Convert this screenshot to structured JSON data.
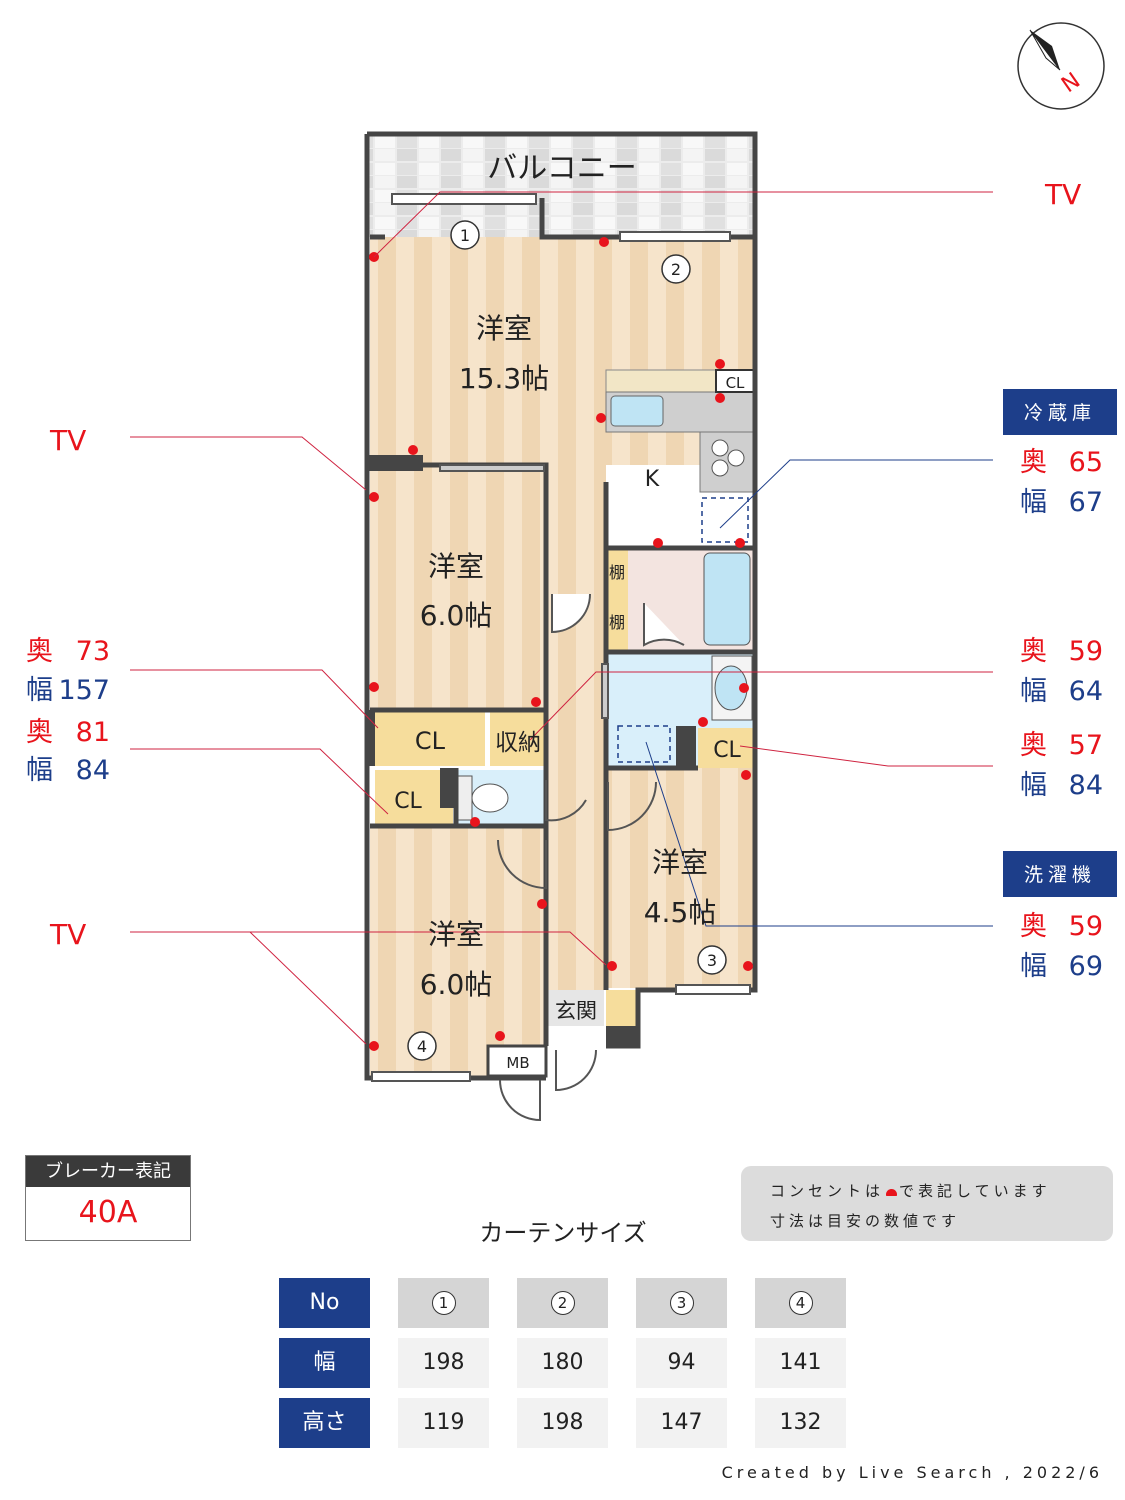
{
  "plan": {
    "rooms": {
      "balcony": "バルコニー",
      "ldk_name": "洋室",
      "ldk_size": "15.3帖",
      "kitchen": "K",
      "room_a_name": "洋室",
      "room_a_size": "6.0帖",
      "room_b_name": "洋室",
      "room_b_size": "6.0帖",
      "room_c_name": "洋室",
      "room_c_size": "4.5帖",
      "entrance": "玄関",
      "storage": "収納",
      "mb": "MB",
      "cl_kitchen": "CL",
      "cl_main": "CL",
      "cl_small": "CL",
      "cl_wash": "CL",
      "shelf1": "棚",
      "shelf2": "棚"
    },
    "window_numbers": [
      "1",
      "2",
      "3",
      "4"
    ]
  },
  "callouts": {
    "tv_top": "TV",
    "tv_left1": "TV",
    "tv_left2": "TV",
    "fridge_label": "冷蔵庫",
    "fridge_depth_key": "奥",
    "fridge_depth_val": "65",
    "fridge_width_key": "幅",
    "fridge_width_val": "67",
    "storage_depth_key": "奥",
    "storage_depth_val": "59",
    "storage_width_key": "幅",
    "storage_width_val": "64",
    "clw_depth_key": "奥",
    "clw_depth_val": "57",
    "clw_width_key": "幅",
    "clw_width_val": "84",
    "washer_label": "洗濯機",
    "washer_depth_key": "奥",
    "washer_depth_val": "59",
    "washer_width_key": "幅",
    "washer_width_val": "69",
    "clmain_depth_key": "奥",
    "clmain_depth_val": "73",
    "clmain_width_key": "幅",
    "clmain_width_val": "157",
    "clsmall_depth_key": "奥",
    "clsmall_depth_val": "81",
    "clsmall_width_key": "幅",
    "clsmall_width_val": "84"
  },
  "breaker": {
    "label": "ブレーカー表記",
    "value": "40A"
  },
  "note": {
    "line1_before": "コンセントは",
    "line1_after": "で表記しています",
    "line2": "寸法は目安の数値です"
  },
  "curtain": {
    "title": "カーテンサイズ",
    "row_labels": [
      "No",
      "幅",
      "高さ"
    ],
    "numbers": [
      "1",
      "2",
      "3",
      "4"
    ],
    "widths": [
      "198",
      "180",
      "94",
      "141"
    ],
    "heights": [
      "119",
      "198",
      "147",
      "132"
    ]
  },
  "credit": "Created by Live Search , 2022/6",
  "colors": {
    "outlet": "#e8141c",
    "navy": "#1d3e8a",
    "floor_a": "#f6e3c9",
    "floor_b": "#efd6b4",
    "wall": "#454545"
  },
  "icons": [
    "compass-north-icon"
  ]
}
